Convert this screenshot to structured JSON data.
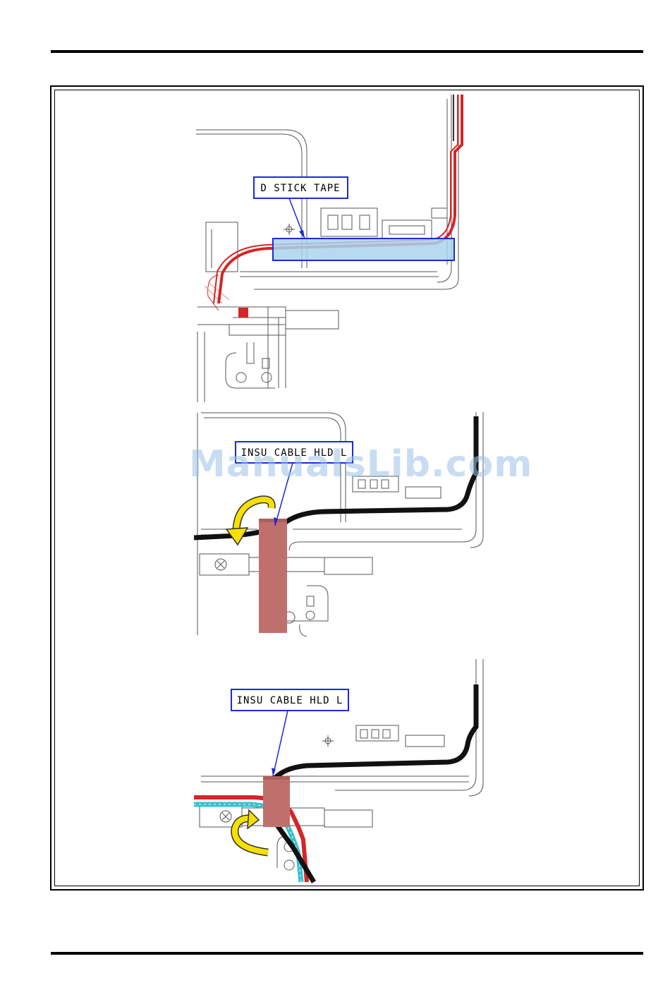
{
  "figures": [
    {
      "label": "D STICK TAPE"
    },
    {
      "label": "INSU CABLE HLD L"
    },
    {
      "label": "INSU CABLE HLD L"
    }
  ],
  "watermark": "ManualsLib.com",
  "colors": {
    "label_border": "#1a2bd6",
    "tape_fill": "#a9d3ec",
    "holder_fill": "#c0706c",
    "cable_red": "#d42626",
    "cable_black": "#111111",
    "cable_cyan": "#38c0cf",
    "arrow_yellow": "#f7e000"
  }
}
